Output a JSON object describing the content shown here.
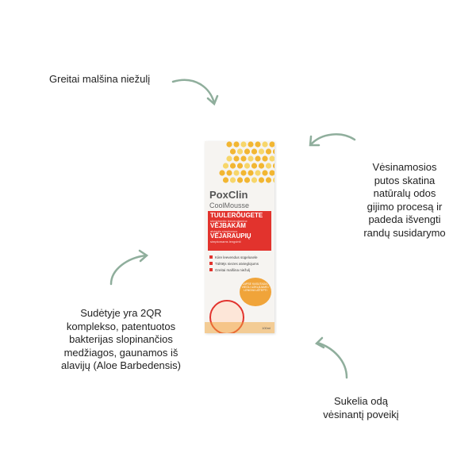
{
  "annotations": {
    "top_left": "Greitai malšina niežulį",
    "right": [
      "Vėsinamosios",
      "putos skatina",
      "natūralų odos",
      "gijimo procesą ir",
      "padeda išvengti",
      "randų susidarymo"
    ],
    "left": [
      "Sudėtyje yra 2QR",
      "komplekso, patentuotos",
      "bakterijas slopinančios",
      "medžiagos, gaunamos iš",
      "alavijų (Aloe Barbedensis)"
    ],
    "bottom": [
      "Sukelia odą",
      "vėsinantį poveikį"
    ]
  },
  "product": {
    "brand": "PoxClin",
    "line": "CoolMousse",
    "names": [
      {
        "title": "TUULERÕUGETE",
        "sub": "sümptomite leevendamine"
      },
      {
        "title": "VĒJBAKĀM",
        "sub": "atvieglo simptomus"
      },
      {
        "title": "VĖJARAUPIŲ",
        "sub": "simptomams lengvinti"
      }
    ],
    "bullets": [
      "Kiire leevendus sügelusele",
      "Tūlītējs niezes atvieglojums",
      "Greitai malšina niežulį"
    ],
    "badge": "LAPSE KASUTADA / VIEGLI UZKLĀJAMS / LENGVA UŽTEPTI",
    "volume": "100ml"
  },
  "colors": {
    "arrow": "#8fae9c",
    "accent": "#e2332d",
    "dots": "#f2b632"
  }
}
